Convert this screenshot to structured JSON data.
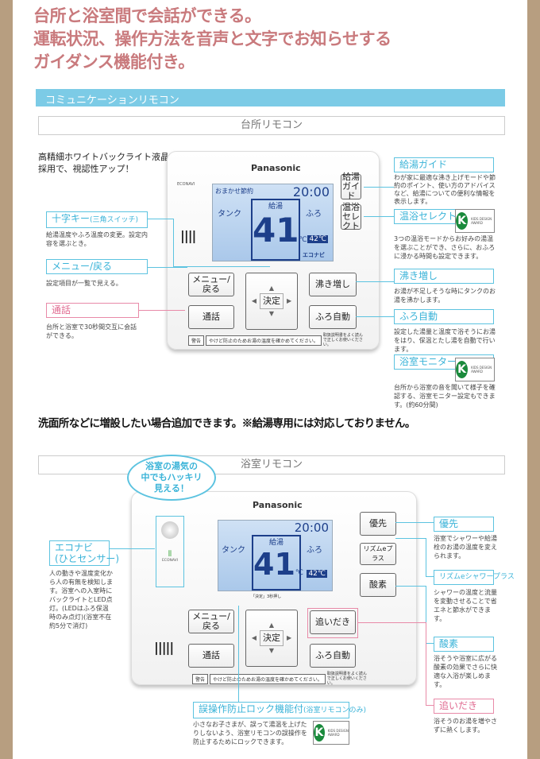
{
  "headline": [
    "台所と浴室間で会話ができる。",
    "運転状況、操作方法を音声と文字でお知らせする",
    "ガイダンス機能付き。"
  ],
  "section_bar": "コミュニケーションリモコン",
  "kitchen": {
    "subtitle": "台所リモコン",
    "intro": [
      "高精細ホワイトバックライト液晶",
      "採用で、視認性アップ！"
    ],
    "remote": {
      "brand": "Panasonic",
      "econavi": "ECONAVI",
      "mode": "おまかせ節約",
      "time": "20:00",
      "tank": "タンク",
      "kyuto": "給湯",
      "furo": "ふろ",
      "temp": "41",
      "unit": "℃",
      "bath_temp": "42℃",
      "eco": "エコナビ",
      "buttons": {
        "guide": "給湯ガイド",
        "select": "温浴セレクト",
        "menu": "メニュー/戻る",
        "enter": "決定",
        "talk": "通話",
        "reheat": "沸き増し",
        "auto": "ふろ自動"
      },
      "warning_label": "警告",
      "warning": "やけど防止のためお湯の温度を確かめてください。",
      "warning2": "取扱説明書をよく読んで正しくお使いください。"
    },
    "callouts_left": [
      {
        "title": "十字キー",
        "sub": "(三角スイッチ)",
        "desc": "給湯温度やふろ温度の変更。設定内容を選ぶとき。"
      },
      {
        "title": "メニュー/戻る",
        "desc": "設定項目が一覧で見える。"
      },
      {
        "title": "通話",
        "desc": "台所と浴室で30秒間交互に会話ができる。"
      }
    ],
    "callouts_right": [
      {
        "title": "給湯ガイド",
        "desc": "わが家に最適な沸き上げモードや節約のポイント、使い方のアドバイスなど、給湯についての便利な情報を表示します。"
      },
      {
        "title": "温浴セレクト",
        "desc": "3つの温浴モードからお好みの湯温を選ぶことができ、さらに、おふろに浸かる時間も設定できます。"
      },
      {
        "title": "沸き増し",
        "desc": "お湯が不足しそうな時にタンクのお湯を沸かします。"
      },
      {
        "title": "ふろ自動",
        "desc": "設定した湯量と温度で浴そうにお湯をはり、保温とたし湯を自動で行います。"
      },
      {
        "title": "浴室モニター",
        "desc": "台所から浴室の音を聞いて様子を確認する、浴室モニター設定もできます。(約60分間)"
      }
    ],
    "award": "KIDS DESIGN AWARD"
  },
  "note": "洗面所などに増設したい場合追加できます。※給湯専用には対応しておりません。",
  "bath": {
    "subtitle": "浴室リモコン",
    "bubble": [
      "浴室の湯気の",
      "中でもハッキリ",
      "見える！"
    ],
    "remote": {
      "brand": "Panasonic",
      "econavi": "ECONAVI",
      "time": "20:00",
      "tank": "タンク",
      "kyuto": "給湯",
      "furo": "ふろ",
      "temp": "41",
      "unit": "℃",
      "bath_temp": "42℃",
      "lock_hint": "「決定」3秒押し",
      "buttons": {
        "priority": "優先",
        "rhythm": "リズムeプラス",
        "oxygen": "酸素",
        "menu": "メニュー/戻る",
        "enter": "決定",
        "talk": "通話",
        "oidaki": "追いだき",
        "auto": "ふろ自動"
      },
      "warning_label": "警告",
      "warning": "やけど防止のためお湯の温度を確かめてください。",
      "warning2": "取扱説明書をよく読んで正しくお使いください。"
    },
    "econavi_callout": {
      "title": [
        "エコナビ",
        "(ひとセンサー)"
      ],
      "desc": "人の動きや温度変化から人の有無を検知します。浴室への入室時にバックライトとLED点灯。(LEDはふろ保温時のみ点灯)(浴室不在約5分で消灯)"
    },
    "lock_callout": {
      "title": "誤操作防止ロック機能付",
      "sub": "(浴室リモコンのみ)",
      "desc": "小さなお子さまが、誤って湯温を上げたりしないよう、浴室リモコンの誤操作を防止するためにロックできます。"
    },
    "callouts_right": [
      {
        "title": "優先",
        "desc": "浴室でシャワーや給湯栓のお湯の温度を変えられます。"
      },
      {
        "title": "リズムeシャワープラス",
        "desc": "シャワーの温度と流量を変動させることで省エネと節水ができます。"
      },
      {
        "title": "酸素",
        "desc": "浴そうや浴室に広がる酸素の効果でさらに快適な入浴が楽しめます。"
      },
      {
        "title": "追いだき",
        "desc": "浴そうのお湯を増やさずに熱くします。"
      }
    ]
  },
  "colors": {
    "headline": "#c97a7d",
    "bar": "#7ccbe6",
    "callout_blue": "#5cc3e0",
    "callout_pink": "#e88aa8",
    "frame": "#b79e80"
  }
}
